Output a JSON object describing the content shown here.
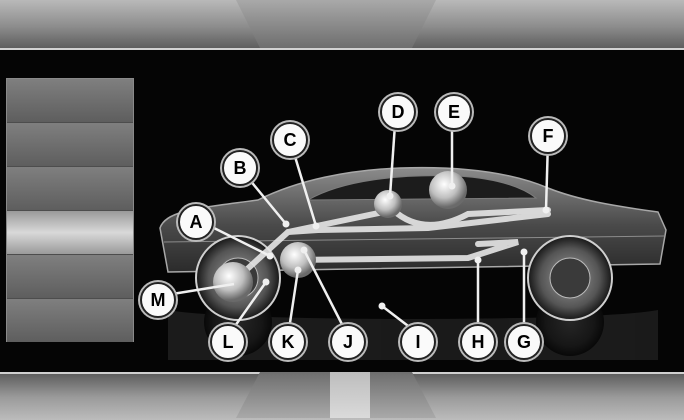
{
  "callouts": [
    "A",
    "B",
    "C",
    "D",
    "E",
    "F",
    "G",
    "H",
    "I",
    "J",
    "K",
    "L",
    "M"
  ],
  "side_panel": {
    "rows": 6,
    "selected_index": 3
  },
  "colors": {
    "background": "#050505",
    "bar": "#9a9a9a",
    "callout_fill": "#fafafa"
  }
}
